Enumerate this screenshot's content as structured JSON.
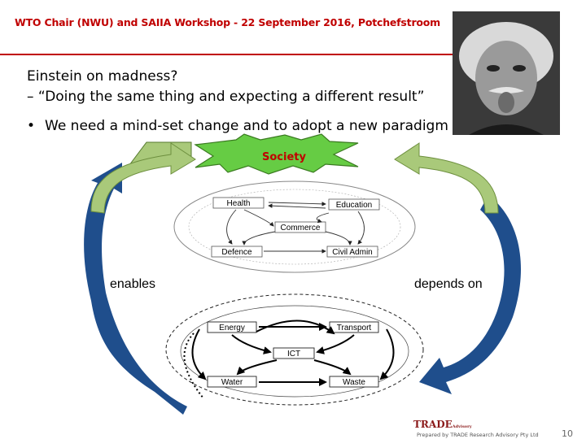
{
  "slide": {
    "header": "WTO Chair (NWU) and SAIIA Workshop - 22 September 2016, Potchefstroom",
    "line1": "Einstein on madness?",
    "line2": "– “Doing the same thing and expecting a different result”",
    "bullet_mark": "•",
    "bullet_text": "We need a mind-set change and to adopt a new paradigm",
    "accent_color": "#c00000"
  },
  "diagram": {
    "center_label": "Society",
    "left_label": "enables",
    "right_label": "depends on",
    "upper_nodes": {
      "health": "Health",
      "education": "Education",
      "commerce": "Commerce",
      "defence": "Defence",
      "civil_admin": "Civil Admin"
    },
    "lower_nodes": {
      "energy": "Energy",
      "transport": "Transport",
      "ict": "ICT",
      "water": "Water",
      "waste": "Waste"
    },
    "colors": {
      "star_fill": "#66cc44",
      "left_arrow": "#1f4e8c",
      "right_arrow": "#a9c97a"
    }
  },
  "footer": {
    "logo_text": "TRADE",
    "logo_sub": "Advisory",
    "credit": "Prepared by TRADE Research Advisory Pty Ltd",
    "page_number": "10"
  }
}
